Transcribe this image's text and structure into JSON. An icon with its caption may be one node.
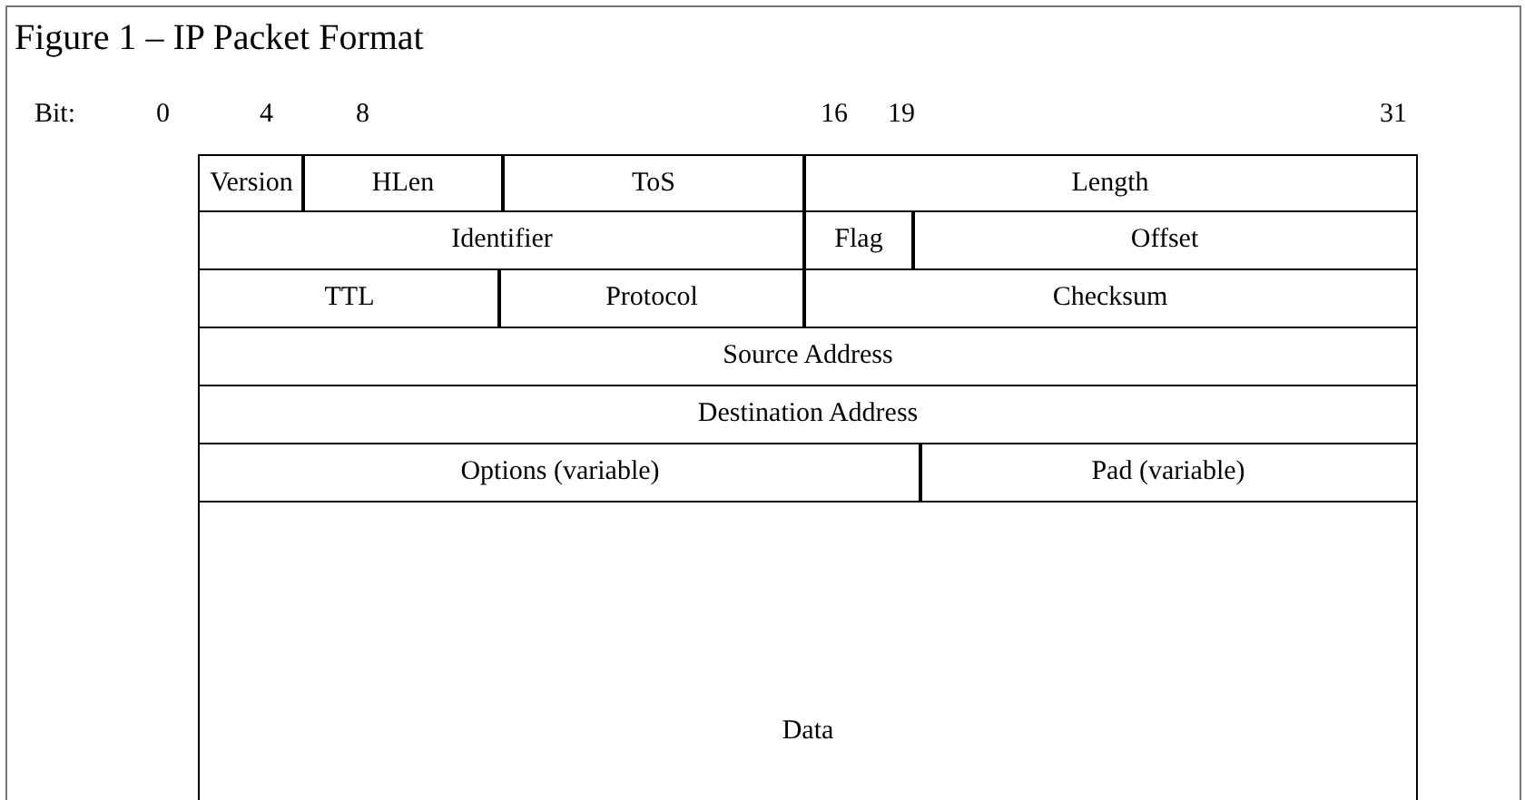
{
  "diagram": {
    "title": "Figure 1 – IP Packet Format",
    "nodes": [
      {
        "text": [
          "Version"
        ]
      },
      {
        "text": [
          "HLen"
        ]
      },
      {
        "text": [
          "ToS"
        ]
      },
      {
        "text": [
          "Length"
        ]
      },
      {
        "text": [
          "Identifier"
        ]
      },
      {
        "text": [
          "Flag"
        ]
      },
      {
        "text": [
          "Offset"
        ]
      },
      {
        "text": [
          "TTL"
        ]
      },
      {
        "text": [
          "Protocol"
        ]
      },
      {
        "text": [
          "Checksum"
        ]
      },
      {
        "text": [
          "Source Address"
        ]
      },
      {
        "text": [
          "Destination Address"
        ]
      },
      {
        "text": [
          "Options (variable)"
        ]
      },
      {
        "text": [
          "Pad (variable)"
        ]
      },
      {
        "text": [
          "Data"
        ]
      }
    ],
    "labels": [
      "Bit:",
      "0",
      "4",
      "8",
      "16",
      "19",
      "31"
    ]
  }
}
